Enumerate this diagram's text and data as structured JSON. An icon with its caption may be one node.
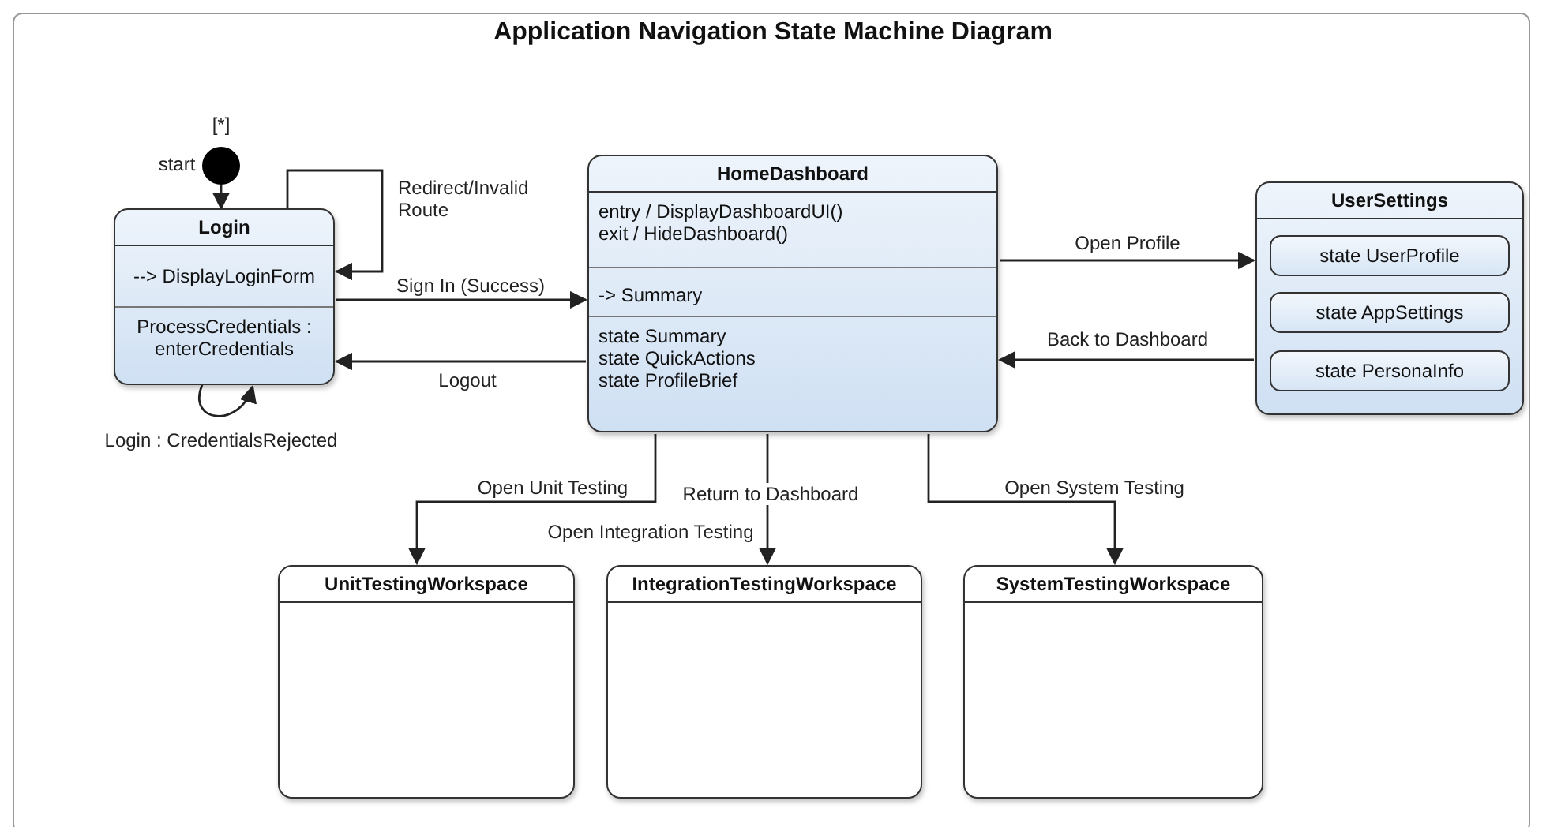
{
  "diagram": {
    "title": "Application Navigation State Machine Diagram",
    "nodes": [
      {
        "text": [],
        "shape": "circle",
        "beside": [
          "[*]"
        ]
      },
      {
        "text": [
          "Login",
          "--> DisplayLoginForm",
          "ProcessCredentials : enterCredentials"
        ]
      },
      {
        "text": [
          "HomeDashboard",
          "entry / DisplayDashboardUI() exit / HideDashboard()",
          "-> Summary",
          "state Summary state QuickActions state ProfileBrief"
        ]
      },
      {
        "text": [
          "UserSettings"
        ]
      },
      {
        "text": [
          "state UserProfile"
        ],
        "in": 3
      },
      {
        "text": [
          "state AppSettings"
        ],
        "in": 3
      },
      {
        "text": [
          "state PersonaInfo"
        ],
        "in": 3
      },
      {
        "text": [
          "UnitTestingWorkspace"
        ]
      },
      {
        "text": [
          "IntegrationTestingWorkspace"
        ]
      },
      {
        "text": [
          "SystemTestingWorkspace"
        ]
      }
    ],
    "edges": [
      {
        "from": 0,
        "to": 1,
        "arrow": "to",
        "label": "start"
      },
      {
        "from": 1,
        "to": 1,
        "arrow": "to",
        "label": "Redirect/Invalid Route"
      },
      {
        "from": 1,
        "to": 2,
        "arrow": "to",
        "label": "Sign In (Success)"
      },
      {
        "from": 2,
        "to": 1,
        "arrow": "to",
        "label": "Logout"
      },
      {
        "from": 1,
        "to": 1,
        "arrow": "to",
        "label": "Login : CredentialsRejected"
      },
      {
        "from": 2,
        "to": 3,
        "arrow": "to",
        "label": "Open Profile"
      },
      {
        "from": 3,
        "to": 2,
        "arrow": "to",
        "label": "Back to Dashboard"
      },
      {
        "from": 2,
        "to": 7,
        "arrow": "to",
        "label": "Open Unit Testing"
      },
      {
        "from": 2,
        "to": 8,
        "arrow": "to",
        "label": "Open Integration Testing"
      },
      {
        "from": 2,
        "to": 9,
        "arrow": "to",
        "label": "Open System Testing"
      }
    ],
    "labels": [
      "Return to Dashboard"
    ]
  }
}
